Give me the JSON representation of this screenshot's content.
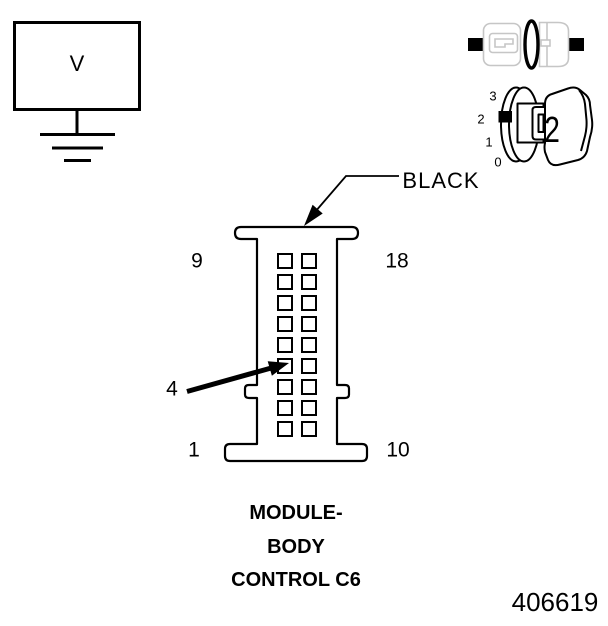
{
  "voltmeter": {
    "label": "V"
  },
  "terminal_dial": {
    "scale": [
      "3",
      "2",
      "1",
      "0"
    ],
    "terminal_number": "2"
  },
  "connector": {
    "wire_color_label": "BLACK",
    "pin_top_left": "9",
    "pin_top_right": "18",
    "pin_bottom_left": "1",
    "pin_bottom_right": "10",
    "probed_pin_label": "4"
  },
  "caption": {
    "line1": "MODULE-",
    "line2": "BODY",
    "line3": "CONTROL C6"
  },
  "figure_number": "406619",
  "colors": {
    "ink": "#000000",
    "probe_outline": "#c6c6c6"
  }
}
